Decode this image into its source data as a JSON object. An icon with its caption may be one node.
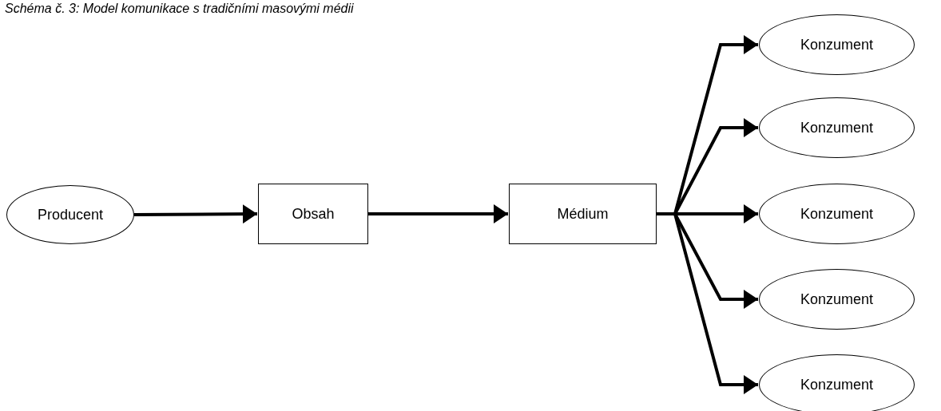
{
  "diagram": {
    "title": "Schéma č. 3: Model komunikace s tradičními masovými médii",
    "nodes": [
      {
        "text": [
          "Producent"
        ]
      },
      {
        "text": [
          "Obsah"
        ]
      },
      {
        "text": [
          "Médium"
        ]
      },
      {
        "text": [
          "Konzument"
        ]
      },
      {
        "text": [
          "Konzument"
        ]
      },
      {
        "text": [
          "Konzument"
        ]
      },
      {
        "text": [
          "Konzument"
        ]
      },
      {
        "text": [
          "Konzument"
        ]
      }
    ],
    "edges": [
      {
        "from": 0,
        "to": 1,
        "arrow": "to"
      },
      {
        "from": 1,
        "to": 2,
        "arrow": "to"
      },
      {
        "from": 2,
        "to": 3,
        "arrow": "to"
      },
      {
        "from": 2,
        "to": 4,
        "arrow": "to"
      },
      {
        "from": 2,
        "to": 5,
        "arrow": "to"
      },
      {
        "from": 2,
        "to": 6,
        "arrow": "to"
      },
      {
        "from": 2,
        "to": 7,
        "arrow": "to"
      }
    ]
  }
}
